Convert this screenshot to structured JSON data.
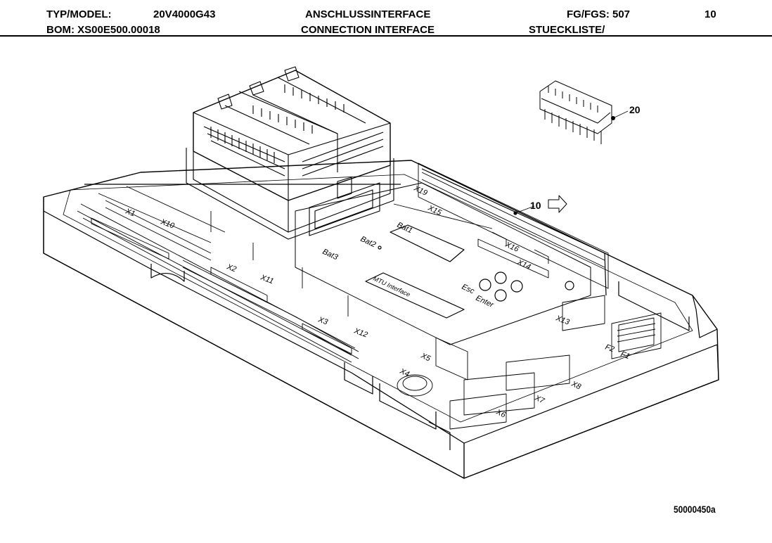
{
  "header": {
    "typ_model_label": "TYP/MODEL:",
    "typ_model_value": "20V4000G43",
    "bom": "BOM:  XS00E500.00018",
    "title_de": "ANSCHLUSSINTERFACE",
    "title_en": "CONNECTION INTERFACE",
    "fg_fgs": "FG/FGS:  507",
    "stueckliste": "STUECKLISTE/",
    "page_no": "10"
  },
  "callouts": {
    "connector": "20",
    "board": "10"
  },
  "connector_labels": {
    "x1": "X1",
    "x10": "X10",
    "x2": "X2",
    "x11": "X11",
    "x3": "X3",
    "x12": "X12",
    "x19": "X19",
    "x15": "X15",
    "x16": "X16",
    "x14": "X14",
    "x13": "X13",
    "x6": "X6",
    "x7": "X7",
    "x8": "X8",
    "x4": "X4",
    "x5": "X5",
    "bat1": "Bat1",
    "bat2": "Bat2",
    "bat3": "Bat3",
    "esc": "Esc",
    "enter": "Enter",
    "f1": "F1",
    "f2": "F2"
  },
  "display_label": "MTU Interface",
  "document_number": "50000450a",
  "colors": {
    "ink": "#000000",
    "paper": "#ffffff"
  }
}
